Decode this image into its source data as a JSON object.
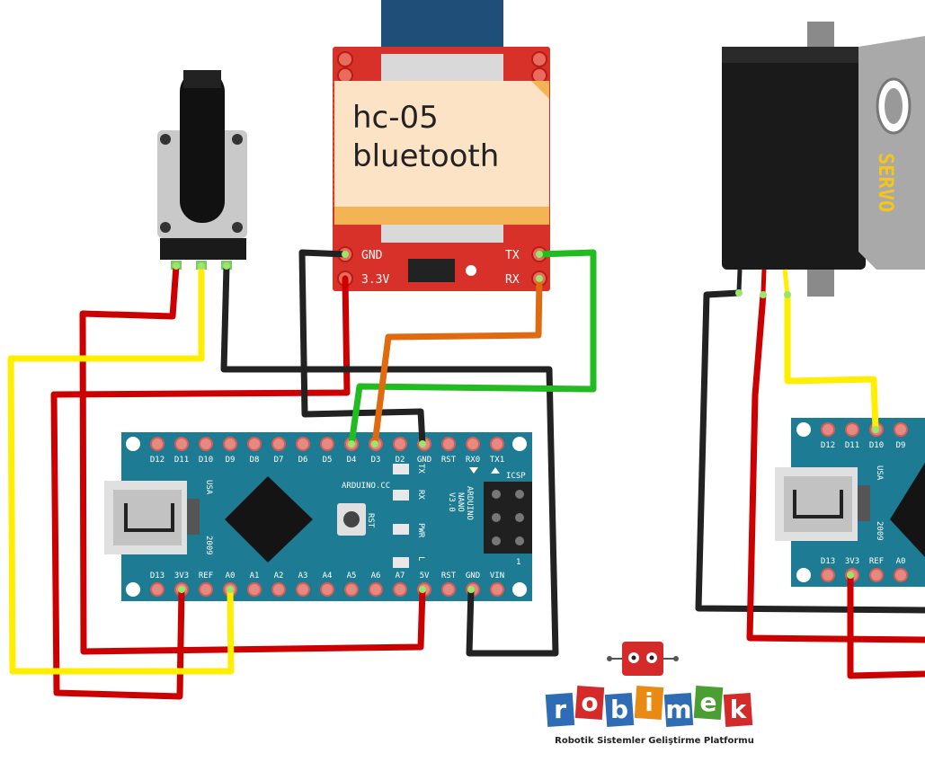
{
  "bluetooth": {
    "note_line1": "hc-05",
    "note_line2": "bluetooth",
    "pin_gnd": "GND",
    "pin_33v": "3.3V",
    "pin_tx": "TX",
    "pin_rx": "RX"
  },
  "servo": {
    "label": "SERVO"
  },
  "nano_top_pins": [
    "D12",
    "D11",
    "D10",
    "D9",
    "D8",
    "D7",
    "D6",
    "D5",
    "D4",
    "D3",
    "D2",
    "GND",
    "RST",
    "RX0",
    "TX1"
  ],
  "nano_bottom_pins": [
    "D13",
    "3V3",
    "REF",
    "A0",
    "A1",
    "A2",
    "A3",
    "A4",
    "A5",
    "A6",
    "A7",
    "5V",
    "RST",
    "GND",
    "VIN"
  ],
  "nano_text": {
    "usa": "USA",
    "year": "2009",
    "arduino_cc": "ARDUINO.CC",
    "rst": "RST",
    "tx": "TX",
    "rx": "RX",
    "pwr": "PWR",
    "l": "L",
    "model_line1": "ARDUINO",
    "model_line2": "NANO",
    "model_line3": "V3.0",
    "icsp": "ICSP",
    "one": "1"
  },
  "nano2_top_pins": [
    "D12",
    "D11",
    "D10",
    "D9"
  ],
  "nano2_bottom_pins": [
    "D13",
    "3V3",
    "REF",
    "A0"
  ],
  "logo": {
    "letters": [
      "r",
      "o",
      "b",
      "i",
      "m",
      "e",
      "k"
    ],
    "letter_colors": [
      "#2e6db5",
      "#d42a2a",
      "#2e6db5",
      "#e98a13",
      "#2e6db5",
      "#4a9e32",
      "#d42a2a"
    ],
    "tagline": "Robotik Sistemler Geliştirme Platformu"
  },
  "wire_colors": {
    "red": "#cc0000",
    "black": "#222222",
    "yellow": "#ffee00",
    "green": "#22bb22",
    "orange": "#e06a10"
  }
}
